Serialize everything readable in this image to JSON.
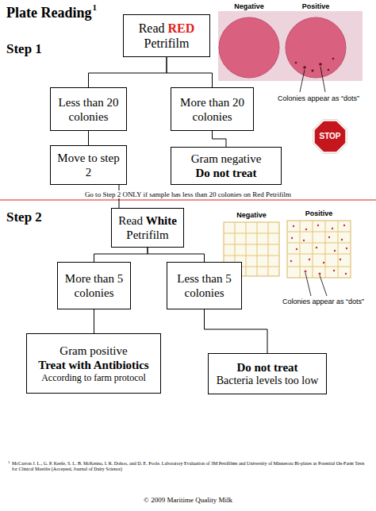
{
  "diagram": {
    "title": "Plate Reading",
    "nodes": [
      {
        "text": [
          "Read RED Petrifilm"
        ]
      },
      {
        "text": [
          "Less than 20 colonies"
        ]
      },
      {
        "text": [
          "More than 20 colonies"
        ]
      },
      {
        "text": [
          "Move to step 2"
        ]
      },
      {
        "text": [
          "Gram negative",
          "Do not treat"
        ]
      },
      {
        "text": [
          "Read White Petrifilm"
        ]
      },
      {
        "text": [
          "More than 5 colonies"
        ]
      },
      {
        "text": [
          "Less than 5 colonies"
        ]
      },
      {
        "text": [
          "Gram positive",
          "Treat with Antibiotics",
          "According to farm protocol"
        ]
      },
      {
        "text": [
          "Do not treat",
          "Bacteria levels too low"
        ]
      }
    ],
    "edges": [
      {
        "from": 0,
        "to": 1,
        "arrow": "none"
      },
      {
        "from": 0,
        "to": 2,
        "arrow": "none"
      },
      {
        "from": 1,
        "to": 3,
        "arrow": "none"
      },
      {
        "from": 2,
        "to": 4,
        "arrow": "none"
      },
      {
        "from": 3,
        "to": 5,
        "arrow": "none"
      },
      {
        "from": 5,
        "to": 6,
        "arrow": "none"
      },
      {
        "from": 5,
        "to": 7,
        "arrow": "none"
      },
      {
        "from": 6,
        "to": 8,
        "arrow": "none"
      },
      {
        "from": 7,
        "to": 9,
        "arrow": "none"
      }
    ],
    "labels": [
      "1",
      "Step 1",
      "Negative",
      "Positive",
      "Colonies appear as “dots”",
      "STOP",
      "Go to Step 2 ONLY if sample has less than 20 colonies on Red Petrifilm",
      "Step 2",
      "Negative",
      "Positive",
      "Colonies appear as “dots”",
      "1",
      "McCarron J. L., G. P. Keefe, S. L. B. McKenna, I. R. Dohoo, and D. E. Poole. Laboratory Evaluation of 3M Petrifilms and University of Minnesota Bi-plates as Potential On-Farm Tests for Clinical Mastitis (Accepted, Journal of Dairy Science)",
      "© 2009 Maritime Quality Milk"
    ]
  }
}
